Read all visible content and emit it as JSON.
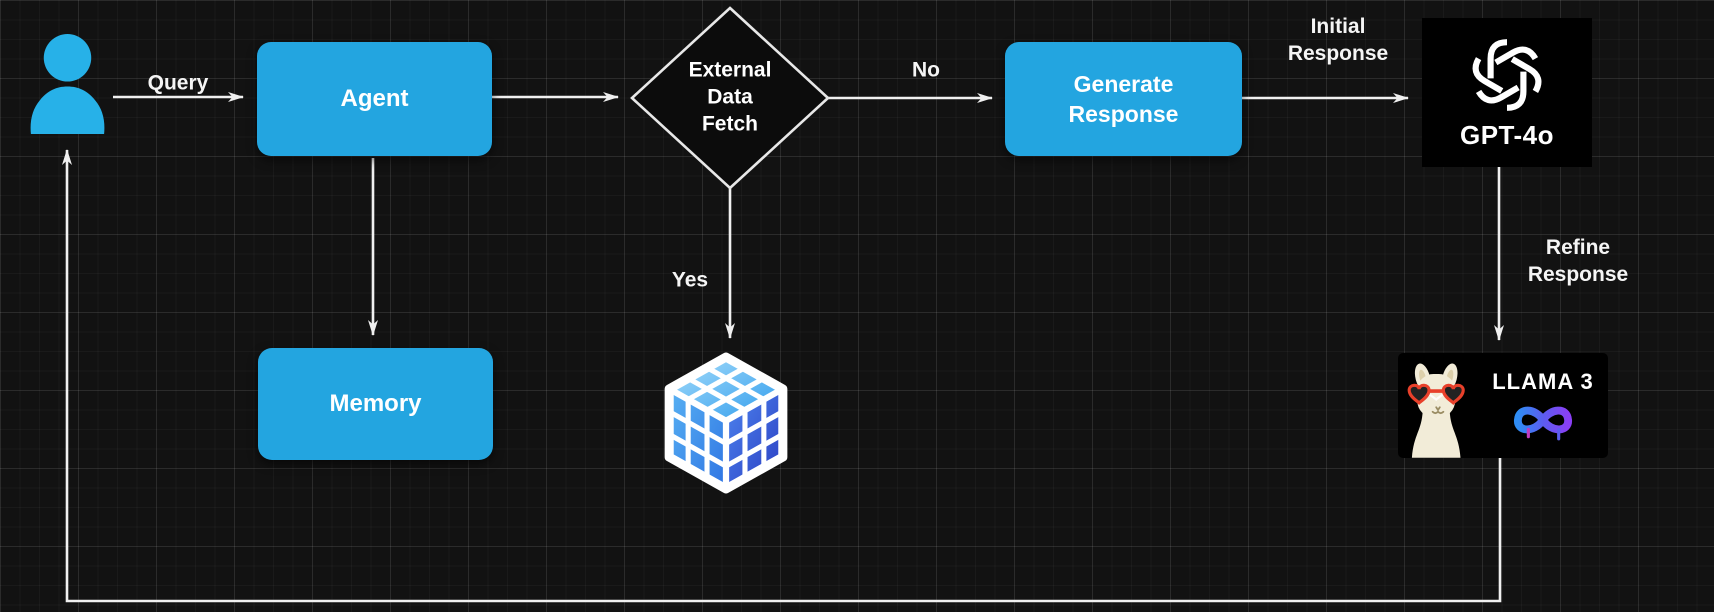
{
  "nodes": {
    "user": {
      "icon": "user-icon"
    },
    "agent": {
      "label": "Agent"
    },
    "decision": {
      "lines": [
        "External",
        "Data",
        "Fetch"
      ]
    },
    "memory": {
      "label": "Memory"
    },
    "generate": {
      "lines": [
        "Generate",
        "Response"
      ]
    },
    "gpt4o": {
      "label": "GPT-4o",
      "icon": "openai-logo-icon"
    },
    "llama3": {
      "label": "LLAMA 3",
      "icons": [
        "llama-icon",
        "meta-logo-icon"
      ]
    },
    "data_cube": {
      "icon": "rubik-cube-icon"
    }
  },
  "edges": {
    "query": {
      "label": "Query",
      "from": "user",
      "to": "agent"
    },
    "agent_decision": {
      "from": "agent",
      "to": "decision"
    },
    "no_branch": {
      "label": "No",
      "from": "decision",
      "to": "generate"
    },
    "yes_branch": {
      "label": "Yes",
      "from": "decision",
      "to": "data_cube"
    },
    "initial_response": {
      "lines": [
        "Initial",
        "Response"
      ],
      "from": "generate",
      "to": "gpt4o"
    },
    "refine_response": {
      "lines": [
        "Refine",
        "Response"
      ],
      "from": "gpt4o",
      "to": "llama3"
    },
    "agent_memory": {
      "from": "agent",
      "to": "memory"
    },
    "feedback_loop": {
      "from": "llama3",
      "to": "user"
    }
  },
  "colors": {
    "background": "#121212",
    "node_fill": "#23A5E0",
    "node_text": "#FFFFFF",
    "edge_stroke": "#F0F0F0",
    "edge_label_text": "#F5F5F5",
    "diamond_fill": "#0C0C0C",
    "diamond_stroke": "#E8E8E8",
    "tile_background": "#000000",
    "user_icon_fill": "#27B1E8",
    "cube_light_blue": "#A8DEFB",
    "cube_dark_blue": "#2A3CC0",
    "meta_gradient_start": "#2F8DF5",
    "meta_gradient_end": "#8A3FF5",
    "sunglasses_red": "#E8402A",
    "llama_cream": "#F2ECD8"
  }
}
